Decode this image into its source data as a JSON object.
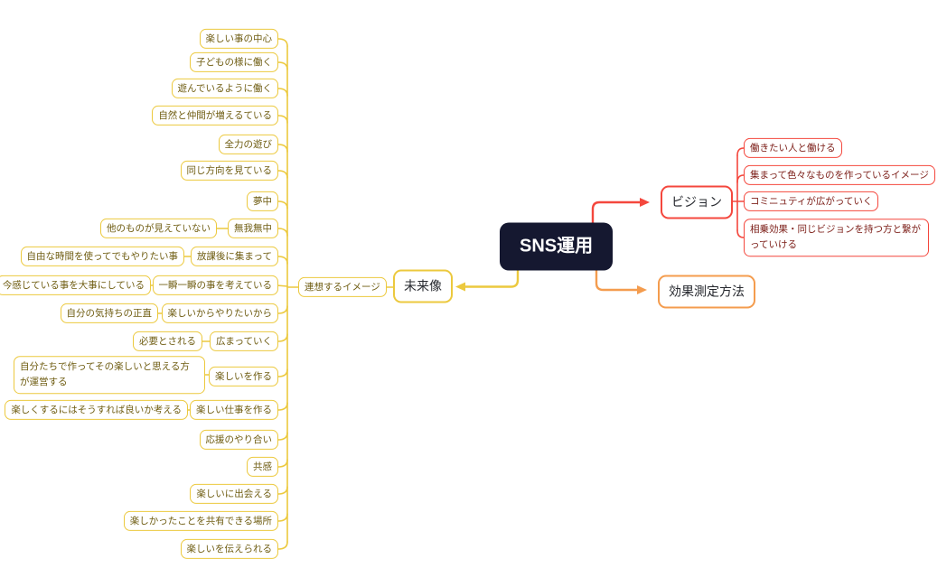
{
  "colors": {
    "yellow": "#ecc93e",
    "yellow_text": "#6f5d12",
    "red": "#f4473d",
    "red_text": "#7e211b",
    "orange": "#f49c4e",
    "navy": "#151830",
    "topic_text": "#26282e",
    "root_text": "#ffffff",
    "background": "#ffffff"
  },
  "root": {
    "label": "SNS運用"
  },
  "vision": {
    "label": "ビジョン",
    "children": [
      {
        "label": "働きたい人と働ける"
      },
      {
        "label": "集まって色々なものを作っているイメージ"
      },
      {
        "label": "コミニュティが広がっていく"
      },
      {
        "label": "相乗効果・同じビジョンを持つ方と繋がっていける"
      }
    ]
  },
  "measurement": {
    "label": "効果測定方法"
  },
  "future": {
    "label": "未来像"
  },
  "association": {
    "label": "連想するイメージ"
  },
  "leaves": [
    {
      "label": "楽しい事の中心"
    },
    {
      "label": "子どもの様に働く"
    },
    {
      "label": "遊んでいるように働く"
    },
    {
      "label": "自然と仲間が増えるている"
    },
    {
      "label": "全力の遊び"
    },
    {
      "label": "同じ方向を見ている"
    },
    {
      "label": "夢中"
    },
    {
      "label": "無我無中",
      "child": "他のものが見えていない"
    },
    {
      "label": "放課後に集まって",
      "child": "自由な時間を使ってでもやりたい事"
    },
    {
      "label": "一瞬一瞬の事を考えている",
      "child": "今感じている事を大事にしている"
    },
    {
      "label": "楽しいからやりたいから",
      "child": "自分の気持ちの正直"
    },
    {
      "label": "広まっていく",
      "child": "必要とされる"
    },
    {
      "label": "楽しいを作る",
      "child": "自分たちで作ってその楽しいと思える方が運営する"
    },
    {
      "label": "楽しい仕事を作る",
      "child": "楽しくするにはそうすれば良いか考える"
    },
    {
      "label": "応援のやり合い"
    },
    {
      "label": "共感"
    },
    {
      "label": "楽しいに出会える"
    },
    {
      "label": "楽しかったことを共有できる場所"
    },
    {
      "label": "楽しいを伝えられる"
    }
  ]
}
